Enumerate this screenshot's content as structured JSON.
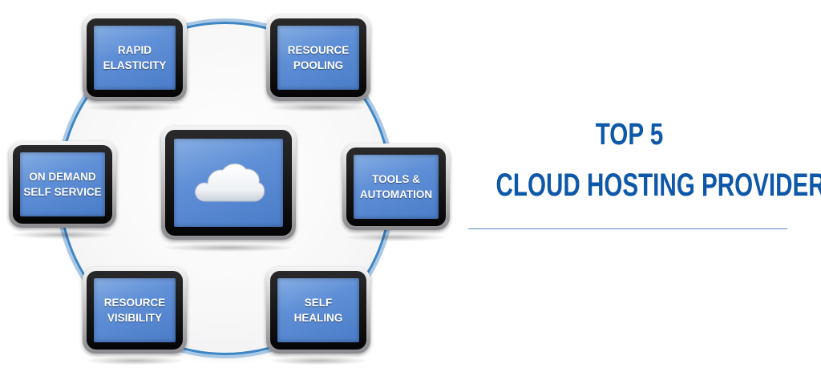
{
  "colors": {
    "title": "#0d58a8",
    "screen": "#5f8fd6",
    "ring": "#3d86c6",
    "divider": "#4e86c2"
  },
  "title": {
    "line1": "TOP 5",
    "line2": "CLOUD HOSTING PROVIDERS"
  },
  "center_icon": "cloud-icon",
  "nodes": {
    "rapid_elasticity": {
      "line1": "RAPID",
      "line2": "ELASTICITY"
    },
    "resource_pooling": {
      "line1": "RESOURCE",
      "line2": "POOLING"
    },
    "on_demand": {
      "line1": "ON DEMAND",
      "line2": "SELF SERVICE"
    },
    "tools_automation": {
      "line1": "TOOLS &",
      "line2": "AUTOMATION"
    },
    "resource_visibility": {
      "line1": "RESOURCE",
      "line2": "VISIBILITY"
    },
    "self_healing": {
      "line1": "SELF",
      "line2": "HEALING"
    }
  }
}
